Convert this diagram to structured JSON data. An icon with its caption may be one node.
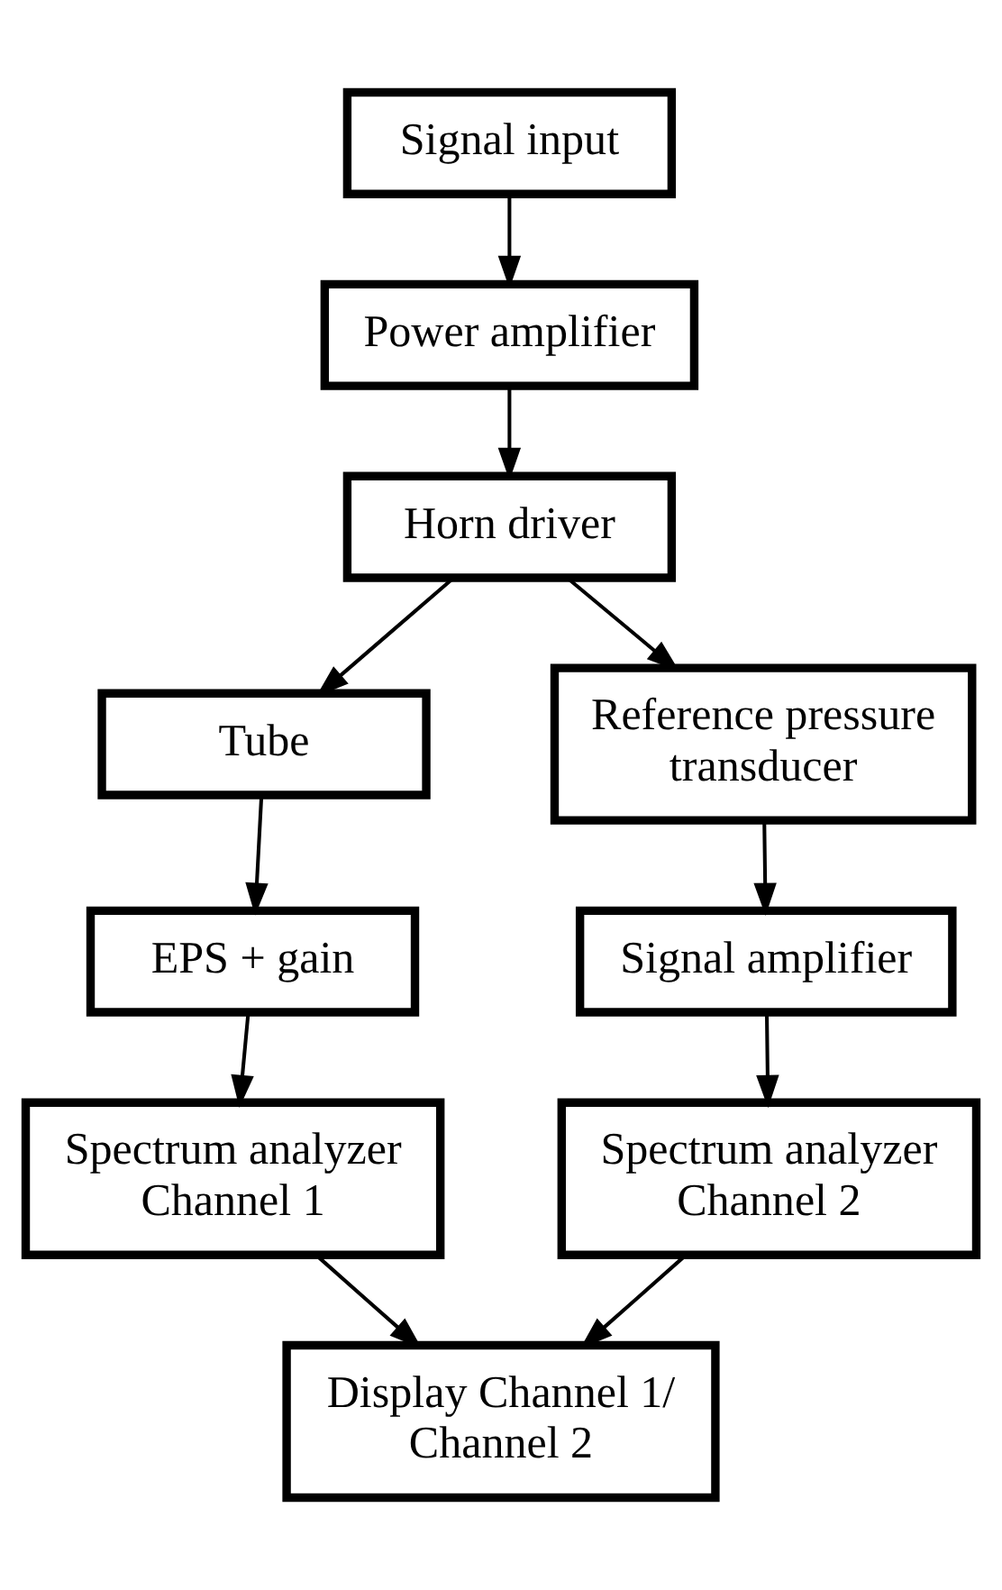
{
  "diagram": {
    "nodes": [
      {
        "text": [
          "Signal input"
        ]
      },
      {
        "text": [
          "Power amplifier"
        ]
      },
      {
        "text": [
          "Horn driver"
        ]
      },
      {
        "text": [
          "Tube"
        ]
      },
      {
        "text": [
          "Reference pressure transducer"
        ]
      },
      {
        "text": [
          "EPS + gain"
        ]
      },
      {
        "text": [
          "Signal amplifier"
        ]
      },
      {
        "text": [
          "Spectrum analyzer Channel 1"
        ]
      },
      {
        "text": [
          "Spectrum analyzer Channel 2"
        ]
      },
      {
        "text": [
          "Display Channel 1/ Channel 2"
        ]
      }
    ],
    "edges": [
      {
        "from": 0,
        "to": 1,
        "arrow": "to"
      },
      {
        "from": 1,
        "to": 2,
        "arrow": "to"
      },
      {
        "from": 2,
        "to": 3,
        "arrow": "to"
      },
      {
        "from": 2,
        "to": 4,
        "arrow": "to"
      },
      {
        "from": 3,
        "to": 5,
        "arrow": "to"
      },
      {
        "from": 4,
        "to": 6,
        "arrow": "to"
      },
      {
        "from": 5,
        "to": 7,
        "arrow": "to"
      },
      {
        "from": 6,
        "to": 8,
        "arrow": "to"
      },
      {
        "from": 7,
        "to": 9,
        "arrow": "to"
      },
      {
        "from": 8,
        "to": 9,
        "arrow": "to"
      }
    ]
  }
}
